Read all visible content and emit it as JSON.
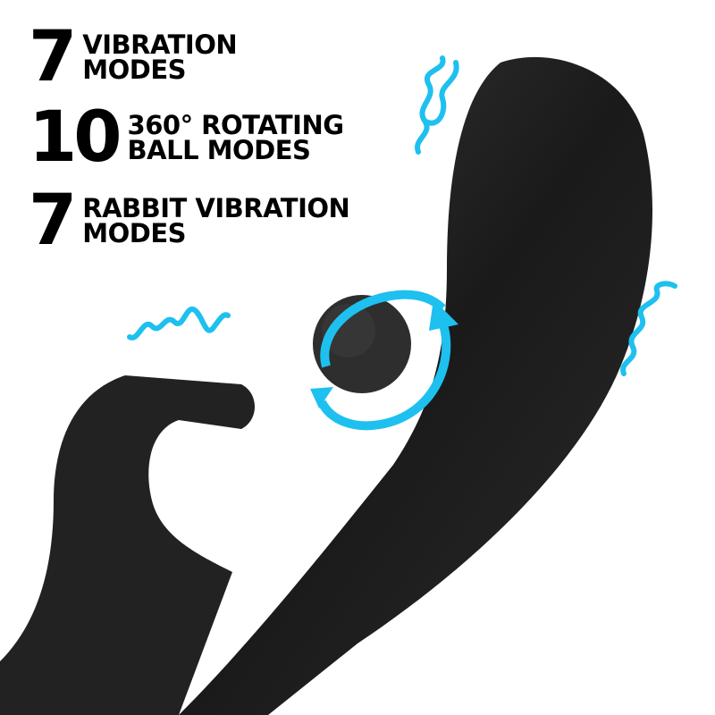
{
  "features": [
    {
      "number": "7",
      "line1": "VIBRATION",
      "line2": "MODES"
    },
    {
      "number": "10",
      "line1": "360° ROTATING",
      "line2": "BALL MODES"
    },
    {
      "number": "7",
      "line1": "RABBIT VIBRATION",
      "line2": "MODES"
    }
  ],
  "colors": {
    "accent": "#1ec0ef",
    "text": "#000000",
    "product": "#1e1e1e",
    "background": "#ffffff"
  },
  "icons": {
    "vibration_wave": "vibration-wave-icon",
    "rotation_arrows": "rotation-arrows-icon"
  }
}
